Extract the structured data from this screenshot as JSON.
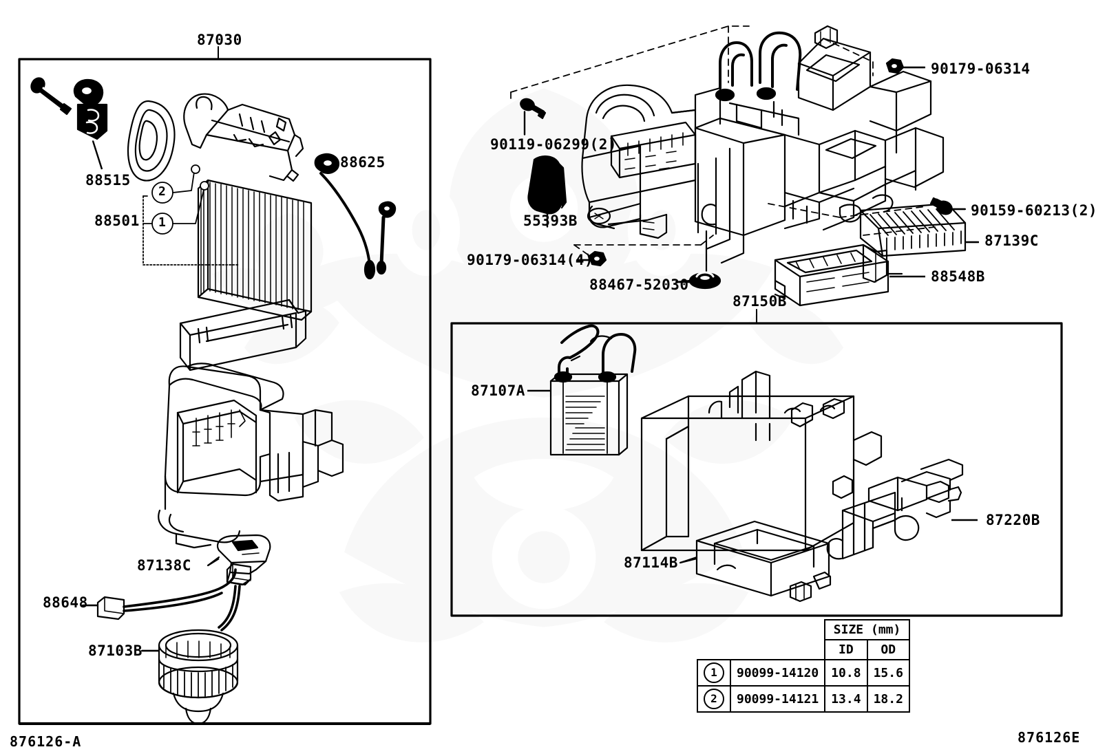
{
  "diagram": {
    "sheet_code_left": "876126-A",
    "sheet_code_right": "876126E",
    "group_box_left_label": "87030",
    "group_box_right_label": "87150B"
  },
  "callouts": {
    "c87030": "87030",
    "c88515": "88515",
    "c88625": "88625",
    "c88501": "88501",
    "c87138c": "87138C",
    "c88648": "88648",
    "c87103b": "87103B",
    "c90119_06299_2": "90119-06299(2)",
    "c55393b": "55393B",
    "c90179_06314_4": "90179-06314(4)",
    "c88467_52030": "88467-52030",
    "c90179_06314": "90179-06314",
    "c90159_60213_2": "90159-60213(2)",
    "c87139c": "87139C",
    "c88548b": "88548B",
    "c87150b": "87150B",
    "c87107a": "87107A",
    "c87114b": "87114B",
    "c87220b": "87220B"
  },
  "balloons": {
    "one": "1",
    "two": "2"
  },
  "size_table": {
    "header_group": "SIZE (mm)",
    "columns": [
      "ID",
      "OD"
    ],
    "rows": [
      {
        "ref": "1",
        "part_number": "90099-14120",
        "id": "10.8",
        "od": "15.6"
      },
      {
        "ref": "2",
        "part_number": "90099-14121",
        "id": "13.4",
        "od": "18.2"
      }
    ]
  }
}
